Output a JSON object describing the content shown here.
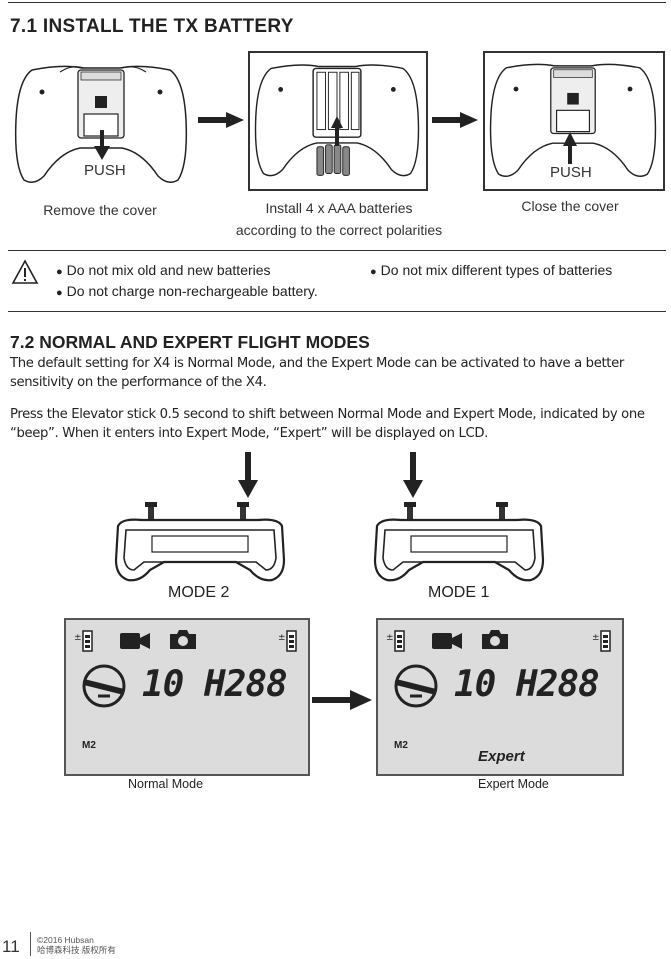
{
  "section1": {
    "title": "7.1  INSTALL THE TX BATTERY",
    "steps": [
      {
        "push": "PUSH",
        "caption": "Remove the cover"
      },
      {
        "caption_line1": "Install 4 x AAA batteries",
        "caption_line2": "according to the correct polarities"
      },
      {
        "push": "PUSH",
        "caption": "Close the cover"
      }
    ],
    "warnings": [
      "Do not mix old and new batteries",
      "Do not mix different types of batteries",
      "Do not charge non-rechargeable battery."
    ]
  },
  "section2": {
    "title": "7.2 NORMAL AND EXPERT FLIGHT MODES",
    "paragraph1": "The default setting for X4 is Normal Mode, and the Expert Mode can be activated to have a better sensitivity on the performance of the X4.",
    "paragraph2": "Press the Elevator stick 0.5 second to shift between Normal Mode and Expert Mode, indicated by one “beep”. When it enters into Expert Mode, “Expert” will be displayed on LCD.",
    "mode_left": "MODE 2",
    "mode_right": "MODE 1",
    "lcd": {
      "readout": "10 H288",
      "m_label": "M2",
      "expert_label": "Expert",
      "normal_caption": "Normal Mode",
      "expert_caption": "Expert Mode"
    }
  },
  "footer": {
    "page_number": "11",
    "copyright": "©2016  Hubsan",
    "chinese": "哈博森科技    版权所有"
  },
  "icons": [
    "warning-icon",
    "arrow-right-icon",
    "arrow-down-icon",
    "video-camera-icon",
    "camera-icon",
    "battery-icon"
  ]
}
